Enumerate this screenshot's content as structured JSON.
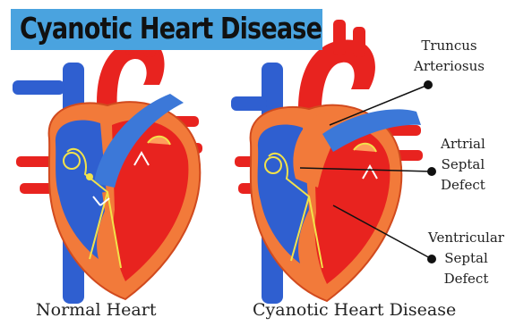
{
  "title": "Cyanotic Heart Disease",
  "captions": {
    "normal": "Normal Heart",
    "cyanotic": "Cyanotic Heart Disease"
  },
  "labels": {
    "truncus": [
      "Truncus",
      "Arteriosus"
    ],
    "asd": [
      "Artrial",
      "Septal",
      "Defect"
    ],
    "vsd": [
      "Ventricular",
      "Septal",
      "Defect"
    ]
  },
  "colors": {
    "title_bg": "#4aa3df",
    "oxygenated": "#e8231f",
    "deoxygenated": "#2f5fd0",
    "conduction": "#f2e24a",
    "muscle": "#f27a3a"
  },
  "icons": [
    "normal-heart-illustration",
    "cyanotic-heart-illustration",
    "callout-dot-icon"
  ]
}
